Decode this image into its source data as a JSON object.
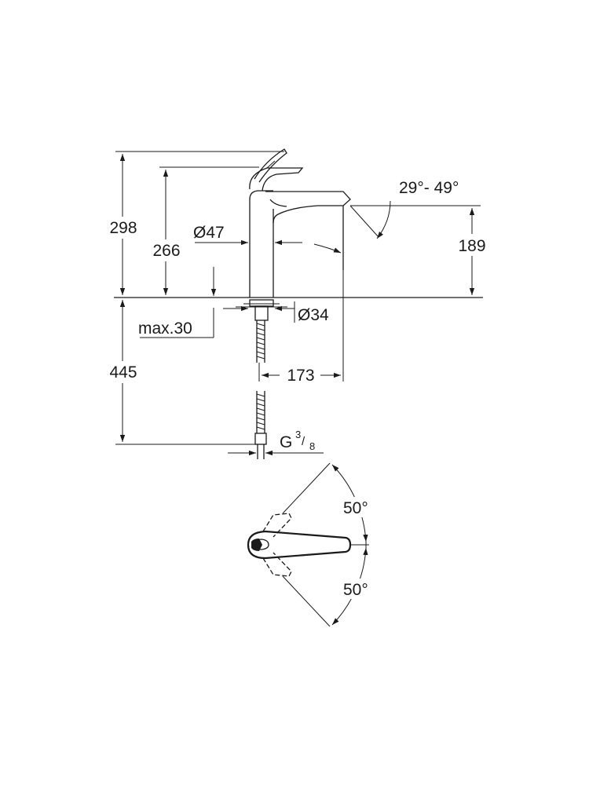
{
  "dimensions": {
    "total_height": "298",
    "handle_height": "266",
    "body_diameter": "Ø47",
    "spout_height": "189",
    "spout_angle": "29°- 49°",
    "deck_thickness": "max.30",
    "tail_diameter": "Ø34",
    "spout_reach": "173",
    "hose_length": "445",
    "connection": "G",
    "connection_num": "3",
    "connection_den": "8",
    "swivel_upper": "50°",
    "swivel_lower": "50°"
  }
}
